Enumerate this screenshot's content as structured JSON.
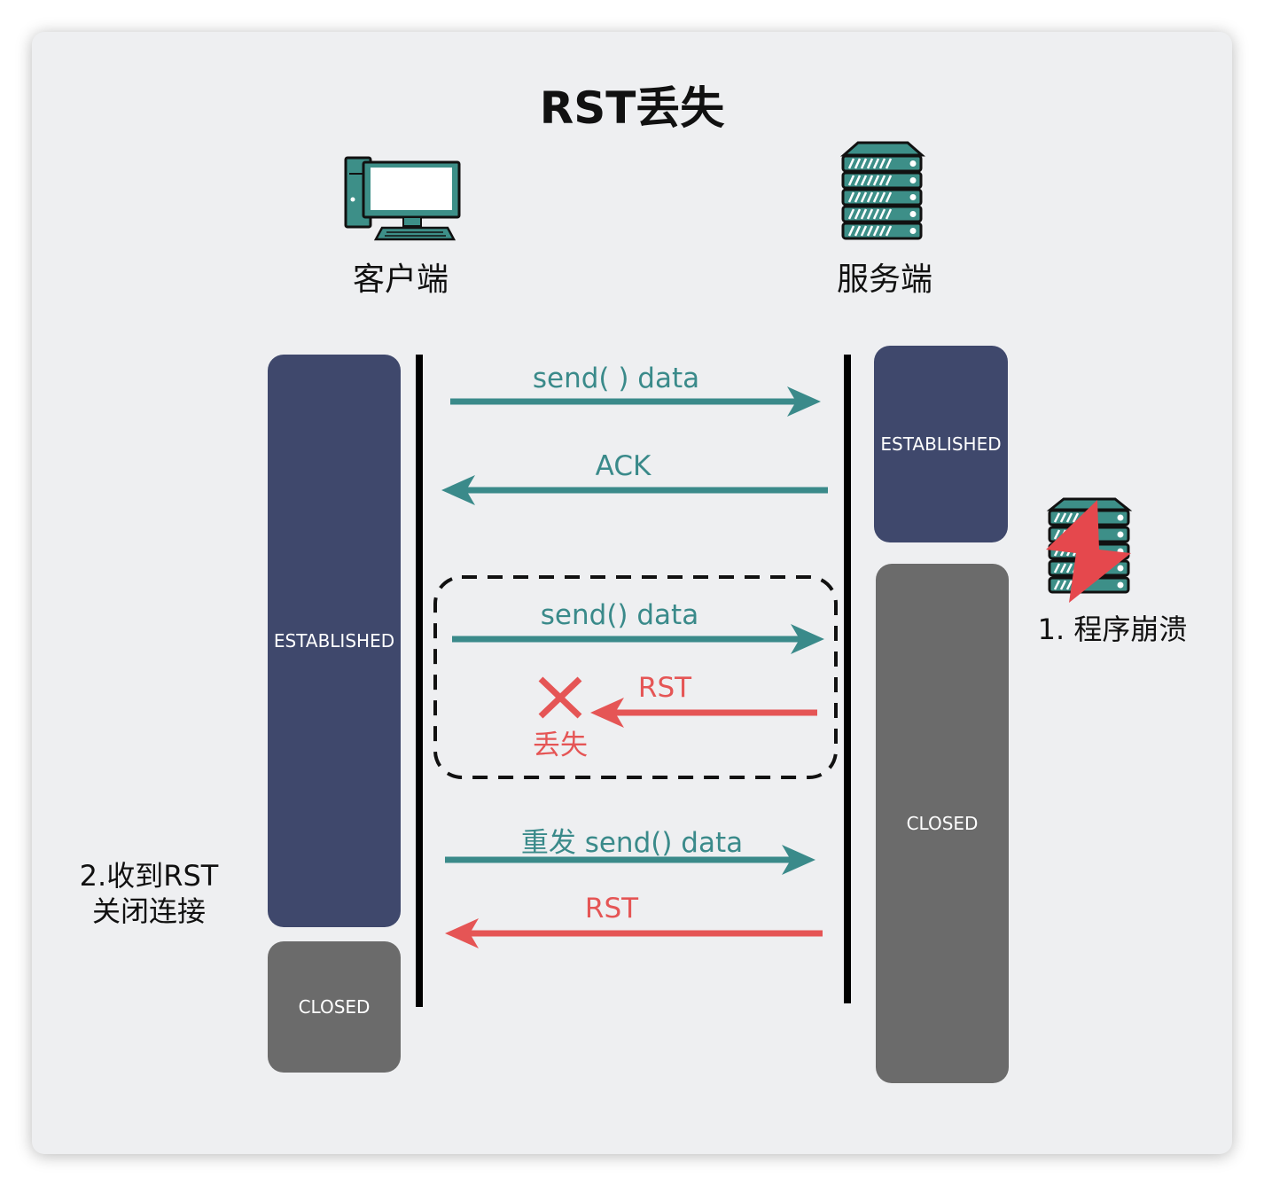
{
  "title": "RST丢失",
  "client": {
    "label": "客户端",
    "icon": "computer-icon"
  },
  "server": {
    "label": "服务端",
    "icon": "server-rack-icon"
  },
  "states": {
    "client_established": "ESTABLISHED",
    "client_closed": "CLOSED",
    "server_established": "ESTABLISHED",
    "server_closed": "CLOSED"
  },
  "messages": {
    "send1": "send( ) data",
    "ack": "ACK",
    "send2": "send() data",
    "rst_lost": "RST",
    "lost_label": "丢失",
    "resend": "重发 send() data",
    "rst2": "RST"
  },
  "notes": {
    "server_crash": "1. 程序崩溃",
    "client_rst_line1": "2.收到RST",
    "client_rst_line2": "关闭连接"
  },
  "colors": {
    "teal": "#3a8a8a",
    "red": "#e55555",
    "established": "#3f486c",
    "closed": "#6b6b6b",
    "icon_teal": "#3d8f88"
  }
}
